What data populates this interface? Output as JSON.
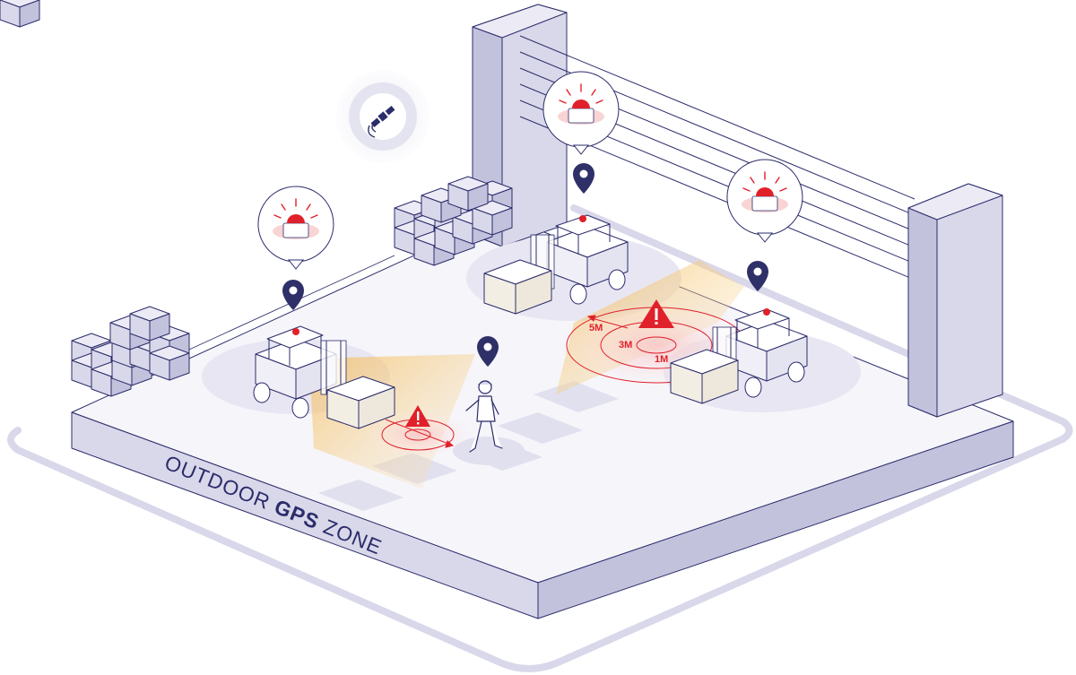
{
  "zone_label": {
    "prefix": "OUTDOOR ",
    "bold": "GPS",
    "suffix": " ZONE"
  },
  "distance_labels": {
    "far": "5M",
    "mid": "3M",
    "near": "1M"
  },
  "colors": {
    "outline": "#2b2c6b",
    "wall": "#d9d8ea",
    "wall_dark": "#c3c2dd",
    "floor": "#f5f5fa",
    "alert": "#e0202a",
    "sensor_beam": "#f7cc85",
    "pin": "#2f3068"
  },
  "icons": [
    "satellite-icon",
    "beacon-light-icon",
    "location-pin-icon",
    "warning-triangle-icon",
    "forklift-icon",
    "pedestrian-icon"
  ]
}
